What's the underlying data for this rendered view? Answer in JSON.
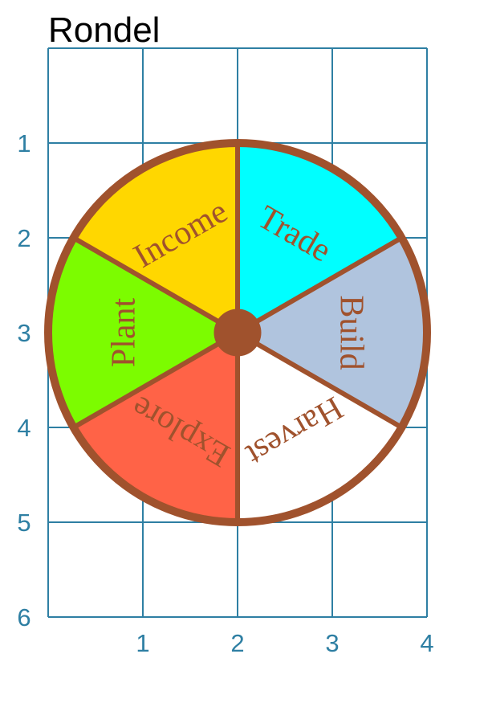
{
  "title": "Rondel",
  "grid": {
    "x_max": 4,
    "y_max": 6,
    "x_tick_labels": [
      "1",
      "2",
      "3",
      "4"
    ],
    "y_tick_labels": [
      "1",
      "2",
      "3",
      "4",
      "5",
      "6"
    ],
    "color": "#2e7fa3"
  },
  "rondel": {
    "center": [
      2,
      3
    ],
    "radius": 2,
    "hub_radius": 0.25,
    "rim_color": "#a0522d",
    "label_color": "#a0522d",
    "slices": [
      {
        "label": "Trade",
        "color": "#00ffff"
      },
      {
        "label": "Build",
        "color": "#b0c4de"
      },
      {
        "label": "Harvest",
        "color": "#ffffff"
      },
      {
        "label": "Explore",
        "color": "#ff6347"
      },
      {
        "label": "Plant",
        "color": "#7cfc00"
      },
      {
        "label": "Income",
        "color": "#ffd700"
      }
    ]
  }
}
